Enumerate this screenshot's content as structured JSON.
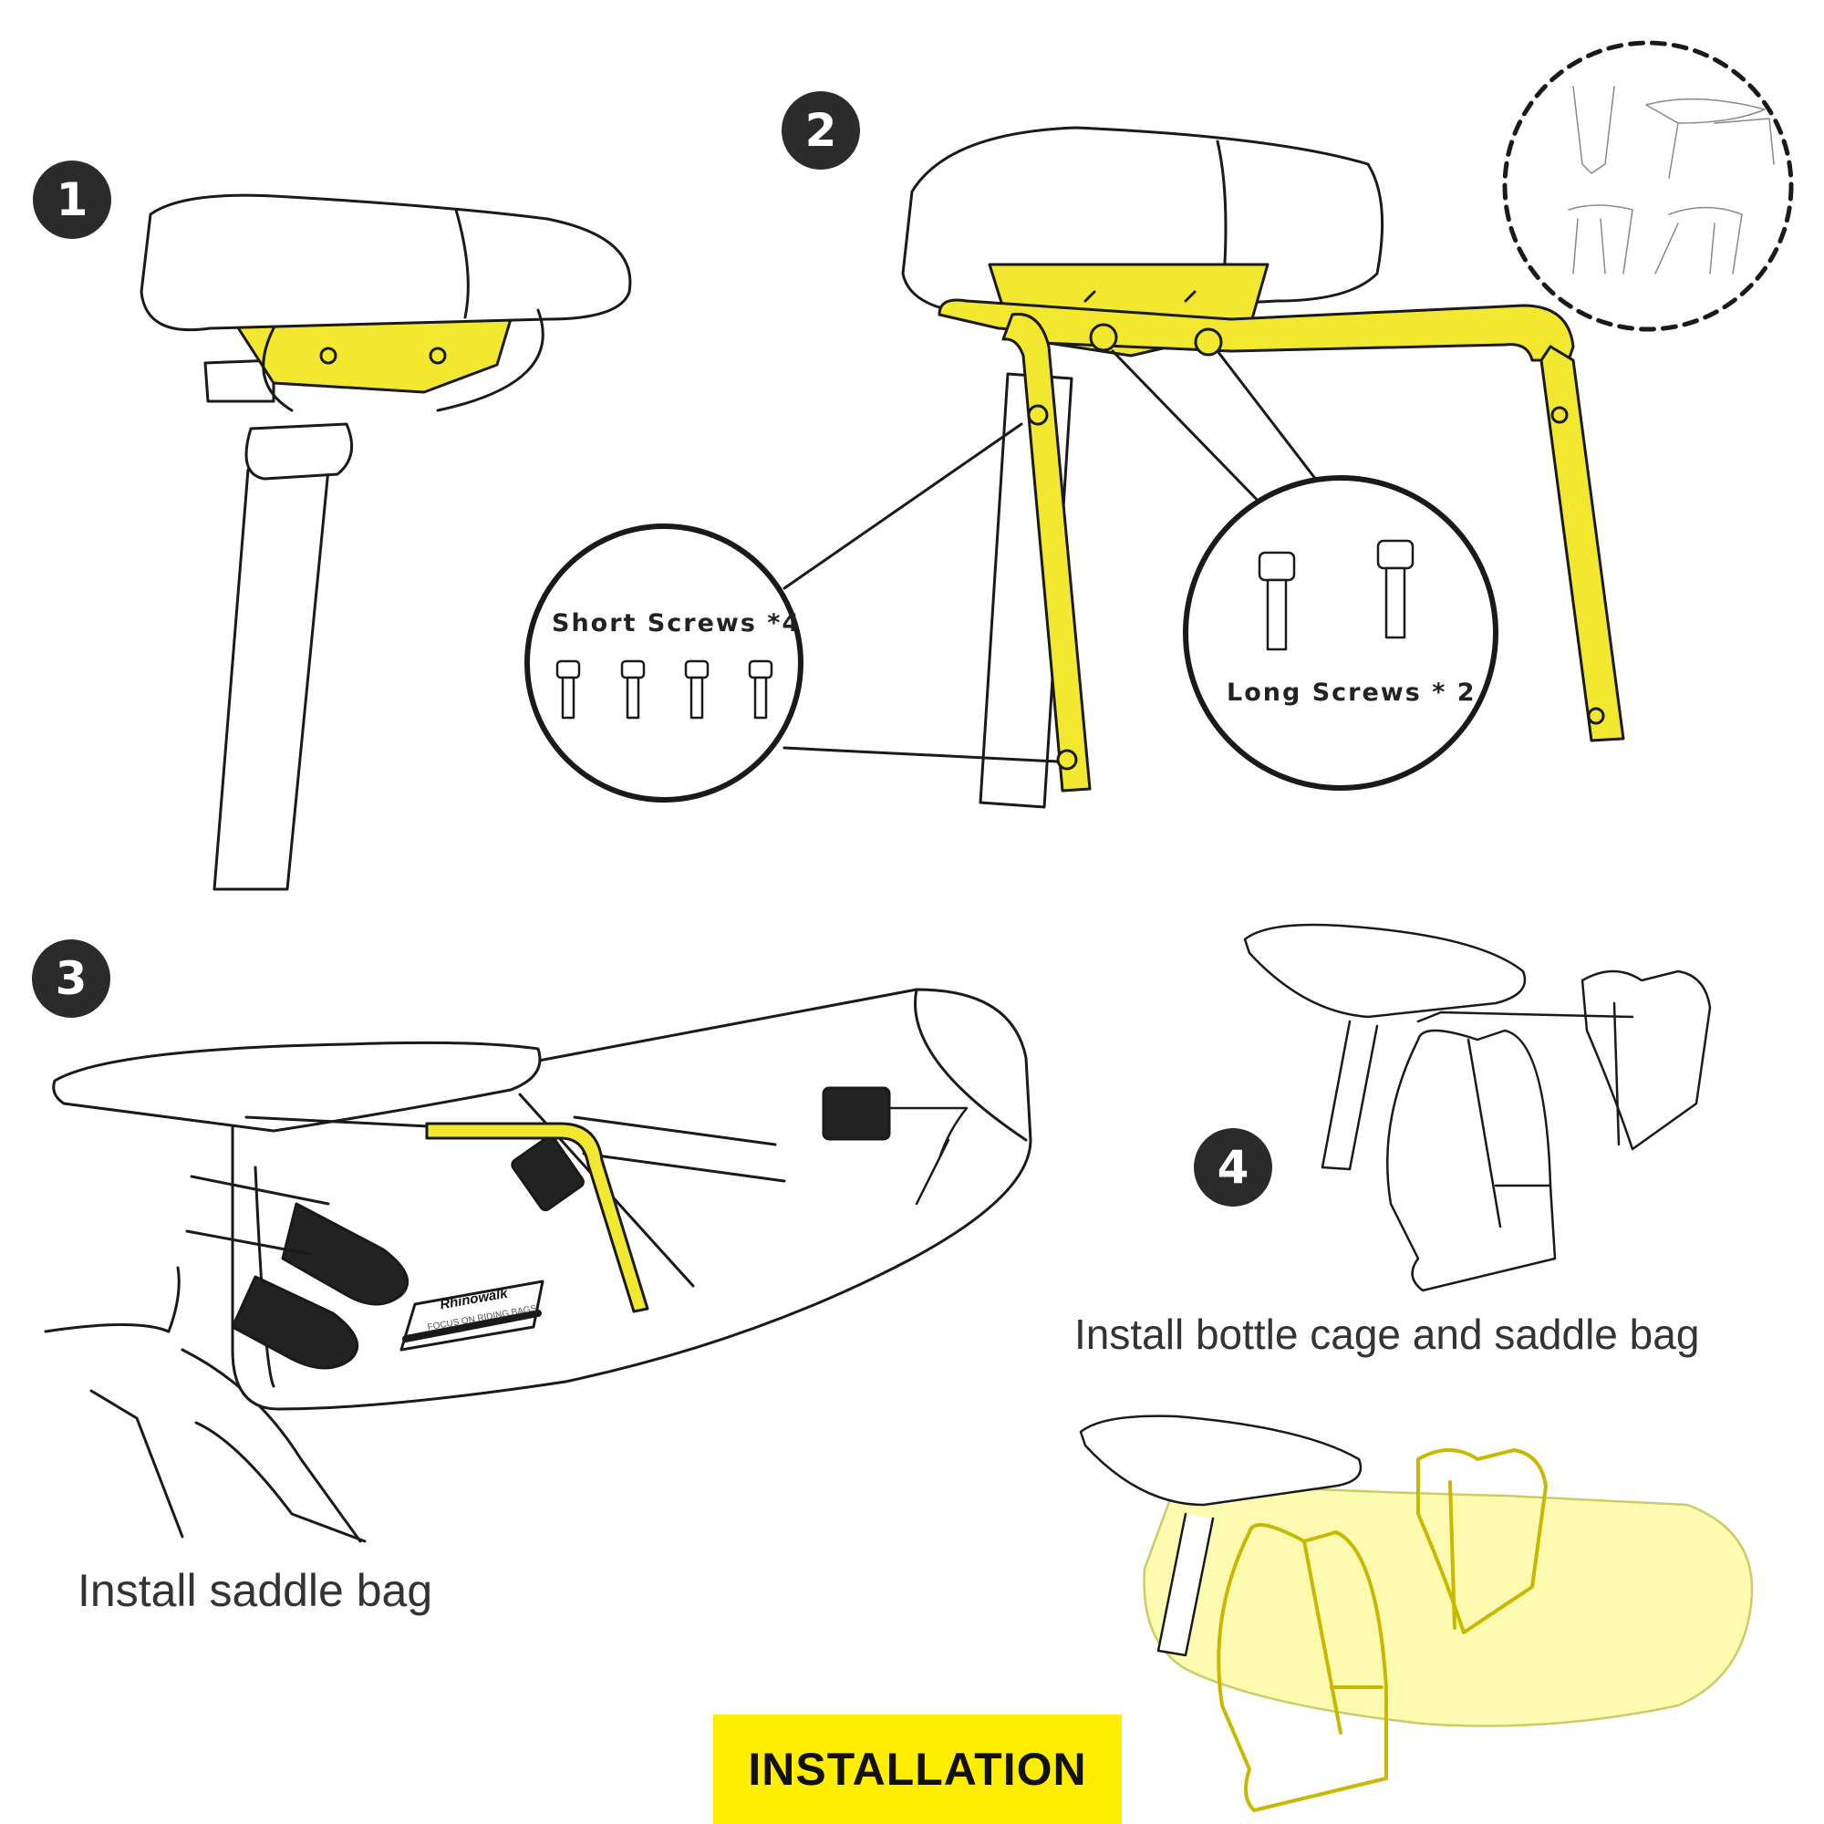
{
  "steps": [
    {
      "number": "1"
    },
    {
      "number": "2"
    },
    {
      "number": "3"
    },
    {
      "number": "4"
    }
  ],
  "callouts": {
    "short_screws": "Short Screws *4",
    "long_screws": "Long Screws * 2"
  },
  "captions": {
    "step3": "Install saddle bag",
    "step4": "Install bottle cage and saddle bag"
  },
  "brand": {
    "logo_text": "Rhinowalk",
    "tagline": "FOCUS ON RIDING BAGS"
  },
  "banner": "INSTALLATION",
  "colors": {
    "accent": "#ffee00",
    "rack": "#f2e830",
    "bag_fill": "#fdfbb0",
    "badge": "#2b2b2b",
    "line": "#1a1a1a"
  }
}
